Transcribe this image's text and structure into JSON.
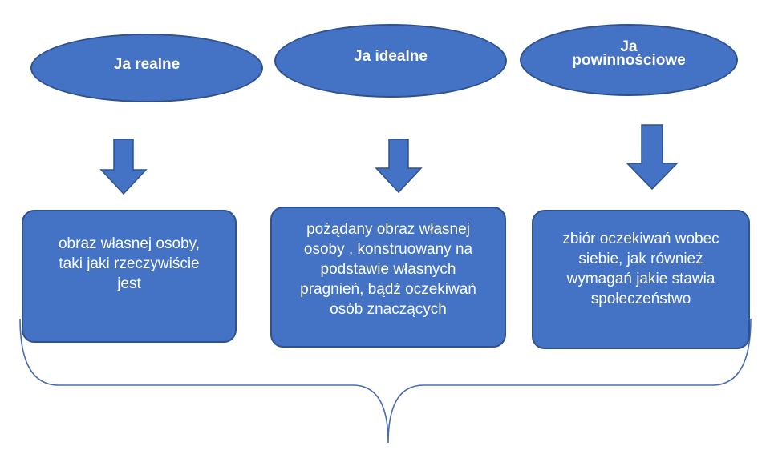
{
  "colors": {
    "shape_fill": "#4472c4",
    "shape_border": "#2f528f",
    "text": "#ffffff",
    "brace": "#4a6bb3"
  },
  "concepts": [
    {
      "title_lines": [
        "Ja realne"
      ],
      "description_lines": [
        "obraz własnej osoby,",
        "taki jaki rzeczywiście",
        "jest"
      ]
    },
    {
      "title_lines": [
        "Ja idealne"
      ],
      "description_lines": [
        "pożądany obraz własnej",
        "osoby , konstruowany na",
        "podstawie własnych",
        "pragnień, bądź oczekiwań",
        "osób znaczących"
      ]
    },
    {
      "title_lines": [
        "Ja",
        "powinnościowe"
      ],
      "description_lines": [
        "zbiór oczekiwań wobec",
        "siebie, jak również",
        "wymagań jakie stawia",
        "społeczeństwo"
      ]
    }
  ]
}
